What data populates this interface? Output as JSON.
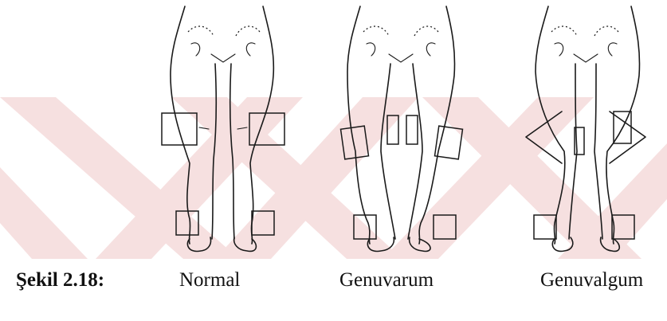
{
  "figure": {
    "label": "Şekil 2.18:",
    "panels": [
      {
        "id": "normal",
        "caption": "Normal"
      },
      {
        "id": "genuvarum",
        "caption": "Genuvarum"
      },
      {
        "id": "genuvalgum",
        "caption": "Genuvalgum"
      }
    ]
  },
  "colors": {
    "background": "#ffffff",
    "watermark": "#f2d4d4",
    "ink": "#1a1a1a"
  }
}
